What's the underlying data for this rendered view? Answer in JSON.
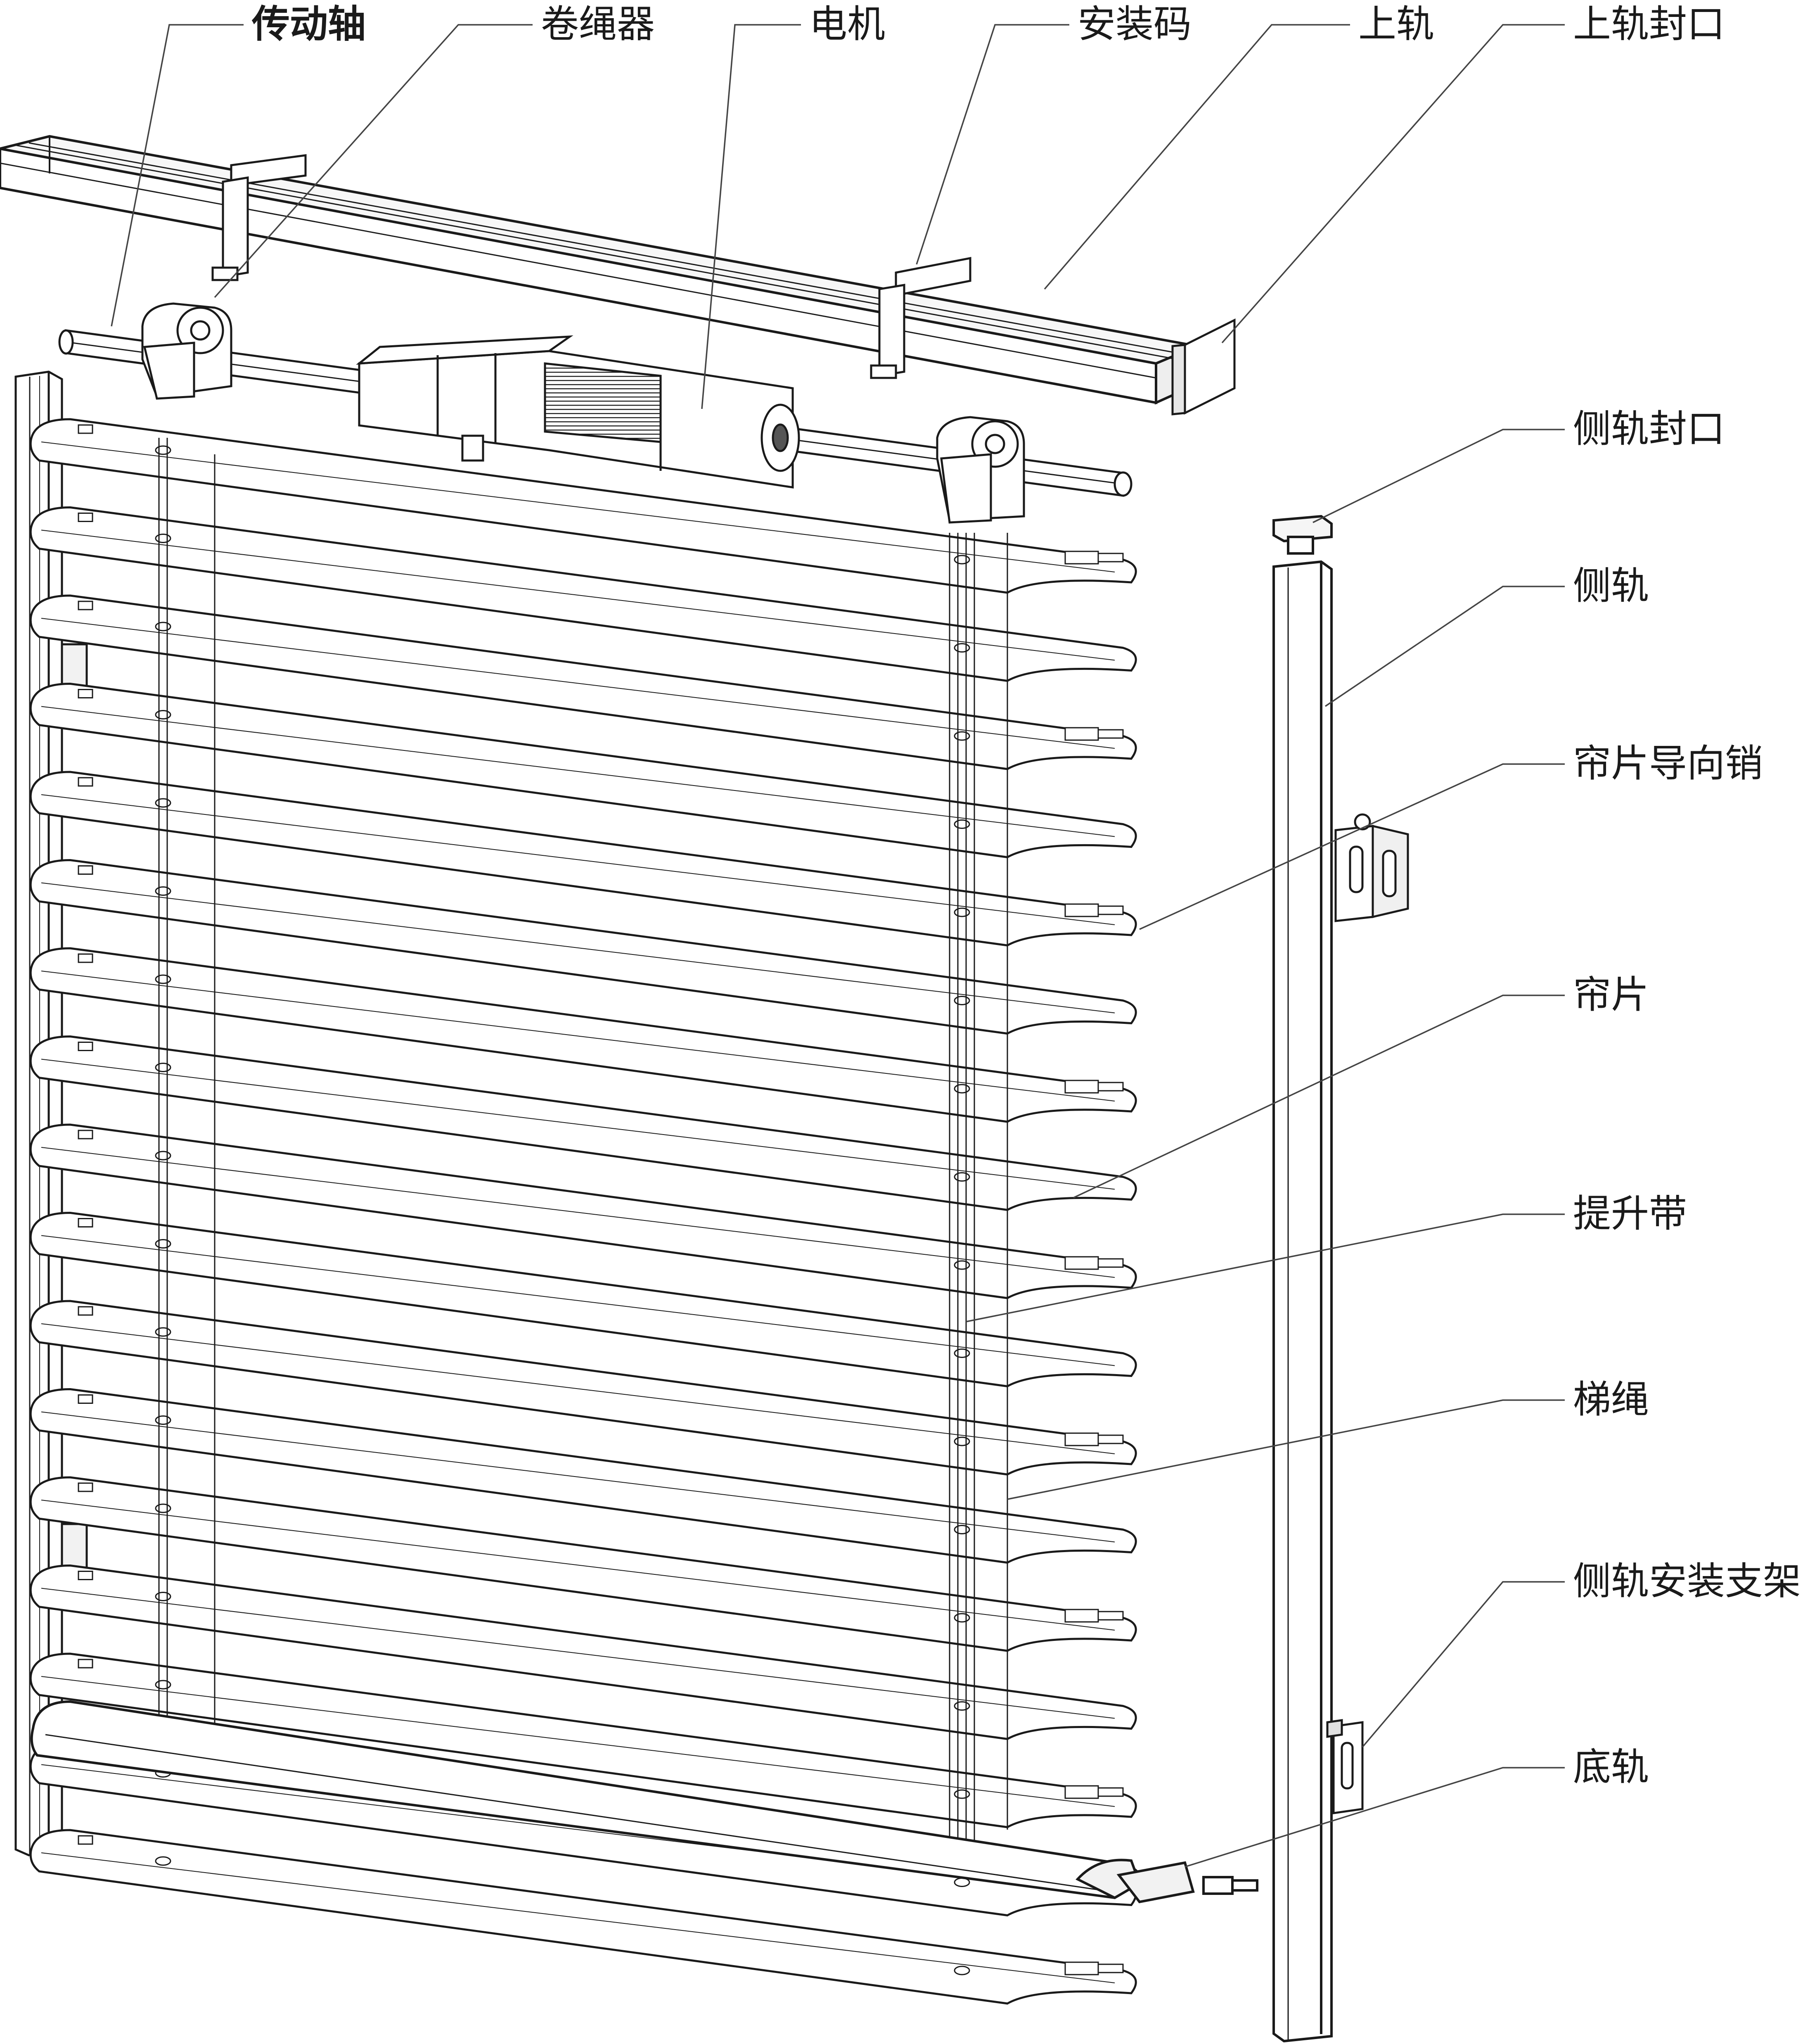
{
  "labels": {
    "drive_shaft": "传动轴",
    "cord_winder": "卷绳器",
    "motor": "电机",
    "mounting_bracket": "安装码",
    "top_rail": "上轨",
    "top_rail_end_cap": "上轨封口",
    "side_rail_end_cap": "侧轨封口",
    "side_rail": "侧轨",
    "slat_guide_pin": "帘片导向销",
    "slat": "帘片",
    "lift_tape": "提升带",
    "ladder_cord": "梯绳",
    "side_rail_mounting_bracket": "侧轨安装支架",
    "bottom_rail": "底轨"
  },
  "slats": {
    "count": 18
  },
  "colors": {
    "line": "#1a1a1a",
    "leader": "#444444",
    "fill": "#ffffff",
    "shade": "#e9e9e9",
    "dark": "#555555"
  }
}
